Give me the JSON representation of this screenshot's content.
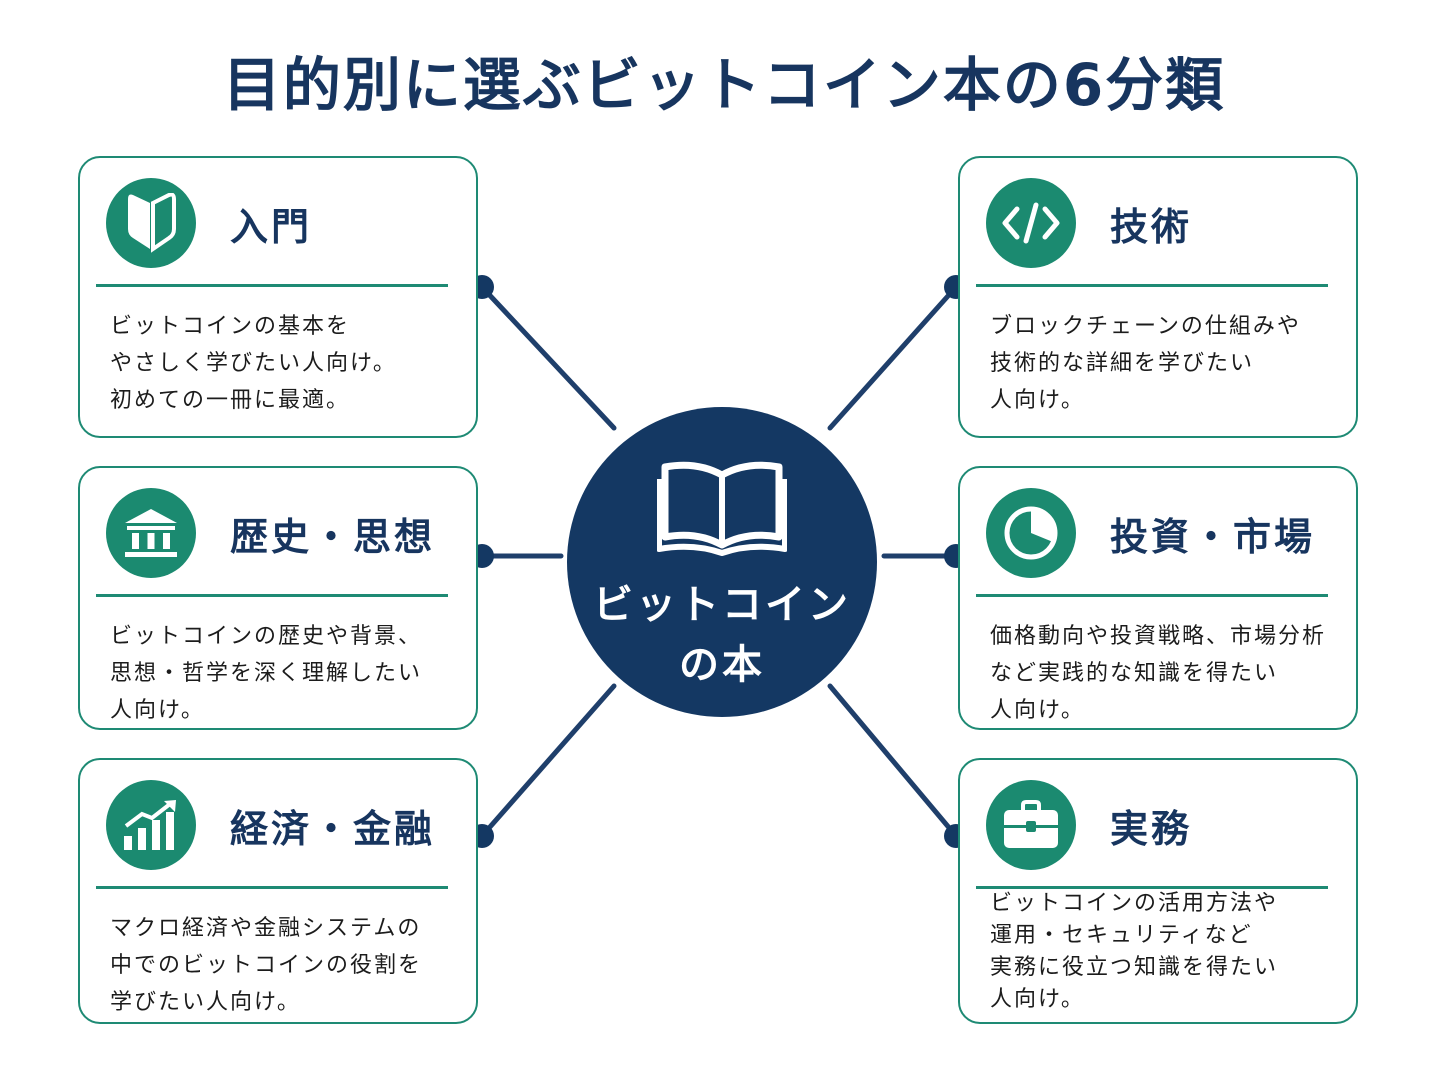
{
  "title": "目的別に選ぶビットコイン本の6分類",
  "center": {
    "label": "ビットコイン\nの本",
    "icon": "open-book-icon"
  },
  "colors": {
    "navy": "#17355f",
    "teal": "#1b8a70",
    "line": "#1f3f6b"
  },
  "categories": [
    {
      "id": "intro",
      "title": "入門",
      "icon": "beginner-mark-icon",
      "text": "ビットコインの基本を\nやさしく学びたい人向け。\n初めての一冊に最適。"
    },
    {
      "id": "history",
      "title": "歴史・思想",
      "icon": "bank-building-icon",
      "text": "ビットコインの歴史や背景、\n思想・哲学を深く理解したい\n人向け。"
    },
    {
      "id": "economy",
      "title": "経済・金融",
      "icon": "growth-chart-icon",
      "text": "マクロ経済や金融システムの\n中でのビットコインの役割を\n学びたい人向け。"
    },
    {
      "id": "tech",
      "title": "技術",
      "icon": "code-icon",
      "text": "ブロックチェーンの仕組みや\n技術的な詳細を学びたい\n人向け。"
    },
    {
      "id": "invest",
      "title": "投資・市場",
      "icon": "pie-chart-icon",
      "text": "価格動向や投資戦略、市場分析\nなど実践的な知識を得たい\n人向け。"
    },
    {
      "id": "practice",
      "title": "実務",
      "icon": "briefcase-icon",
      "text": "ビットコインの活用方法や\n運用・セキュリティなど\n実務に役立つ知識を得たい\n人向け。"
    }
  ]
}
